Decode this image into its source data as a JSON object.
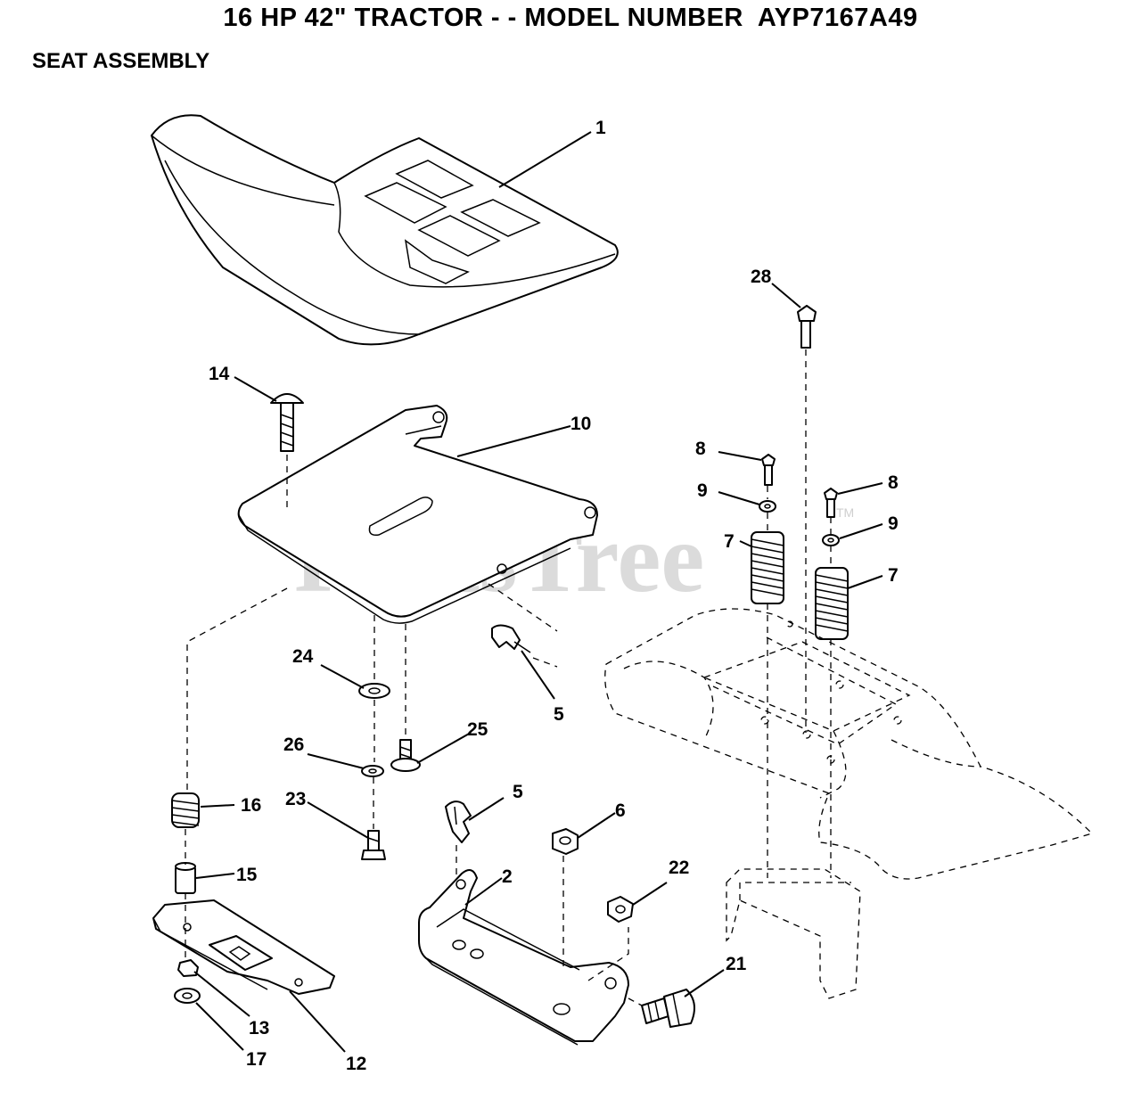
{
  "title": "16 HP 42\" TRACTOR - - MODEL NUMBER  AYP7167A49",
  "subtitle": "SEAT ASSEMBLY",
  "watermark": "PartsTree",
  "watermark_tm": "TM",
  "callouts": {
    "c1": "1",
    "c2": "2",
    "c5a": "5",
    "c5b": "5",
    "c6": "6",
    "c7a": "7",
    "c7b": "7",
    "c8a": "8",
    "c8b": "8",
    "c9a": "9",
    "c9b": "9",
    "c10": "10",
    "c12": "12",
    "c13": "13",
    "c14": "14",
    "c15": "15",
    "c16": "16",
    "c17": "17",
    "c21": "21",
    "c22": "22",
    "c23": "23",
    "c24": "24",
    "c25": "25",
    "c26": "26",
    "c28": "28"
  }
}
